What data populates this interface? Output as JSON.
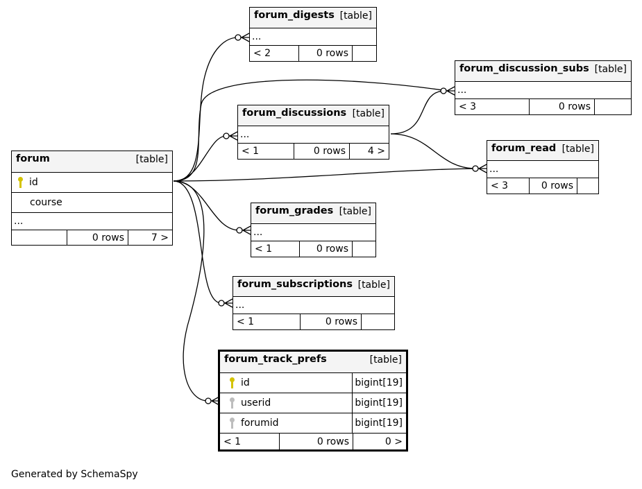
{
  "footer": "Generated by SchemaSpy",
  "colors": {
    "pk_key": "#d4c300",
    "fk_key": "#bdbdbd",
    "header_bg": "#f4f4f4"
  },
  "forum": {
    "name": "forum",
    "type": "[table]",
    "col_id": "id",
    "col_course": "course",
    "more": "...",
    "rows": "0 rows",
    "children": "7 >"
  },
  "forum_digests": {
    "name": "forum_digests",
    "type": "[table]",
    "more": "...",
    "parents": "< 2",
    "rows": "0 rows"
  },
  "forum_discussion_subs": {
    "name": "forum_discussion_subs",
    "type": "[table]",
    "more": "...",
    "parents": "< 3",
    "rows": "0 rows"
  },
  "forum_discussions": {
    "name": "forum_discussions",
    "type": "[table]",
    "more": "...",
    "parents": "< 1",
    "rows": "0 rows",
    "children": "4 >"
  },
  "forum_read": {
    "name": "forum_read",
    "type": "[table]",
    "more": "...",
    "parents": "< 3",
    "rows": "0 rows"
  },
  "forum_grades": {
    "name": "forum_grades",
    "type": "[table]",
    "more": "...",
    "parents": "< 1",
    "rows": "0 rows"
  },
  "forum_subscriptions": {
    "name": "forum_subscriptions",
    "type": "[table]",
    "more": "...",
    "parents": "< 1",
    "rows": "0 rows"
  },
  "forum_track_prefs": {
    "name": "forum_track_prefs",
    "type": "[table]",
    "columns": [
      {
        "name": "id",
        "dtype": "bigint[19]",
        "key": "pk-key-icon"
      },
      {
        "name": "userid",
        "dtype": "bigint[19]",
        "key": "fk-key-icon"
      },
      {
        "name": "forumid",
        "dtype": "bigint[19]",
        "key": "fk-key-icon"
      }
    ],
    "parents": "< 1",
    "rows": "0 rows",
    "children": "0 >"
  }
}
